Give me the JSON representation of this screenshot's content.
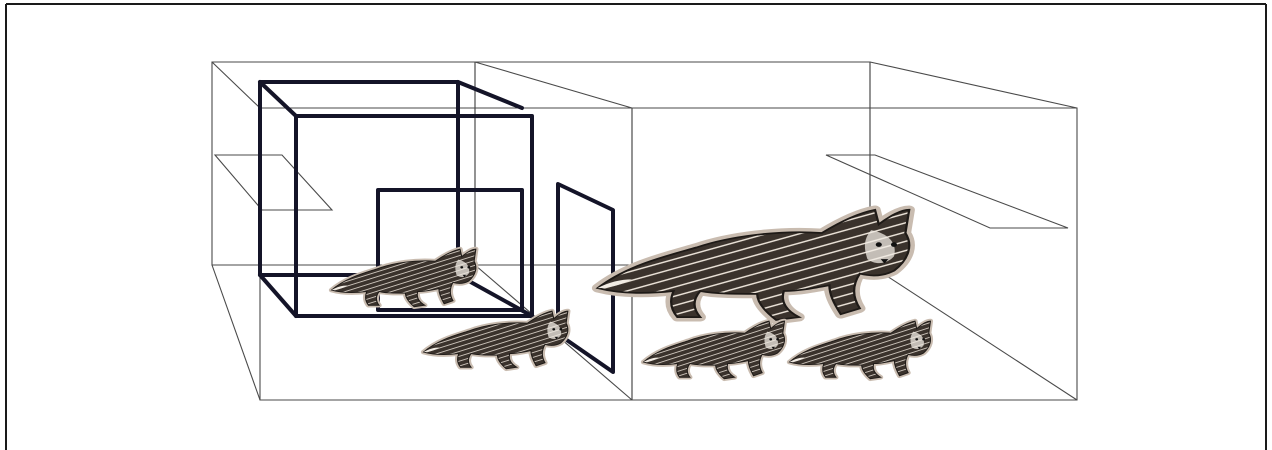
{
  "figure": {
    "background": "#ffffff",
    "line_color": "#4a4a4a",
    "box_color": "#141428",
    "fox_fill": "#2b2622",
    "fox_halo": "#c9bcb0",
    "fox_accent": "#f2ece4"
  },
  "foxes": [
    {
      "role": "juvenile",
      "pose": "walking-right"
    },
    {
      "role": "juvenile",
      "pose": "walking-right"
    },
    {
      "role": "adult",
      "pose": "walking-right"
    },
    {
      "role": "juvenile",
      "pose": "walking-right"
    },
    {
      "role": "juvenile",
      "pose": "walking-right"
    }
  ]
}
